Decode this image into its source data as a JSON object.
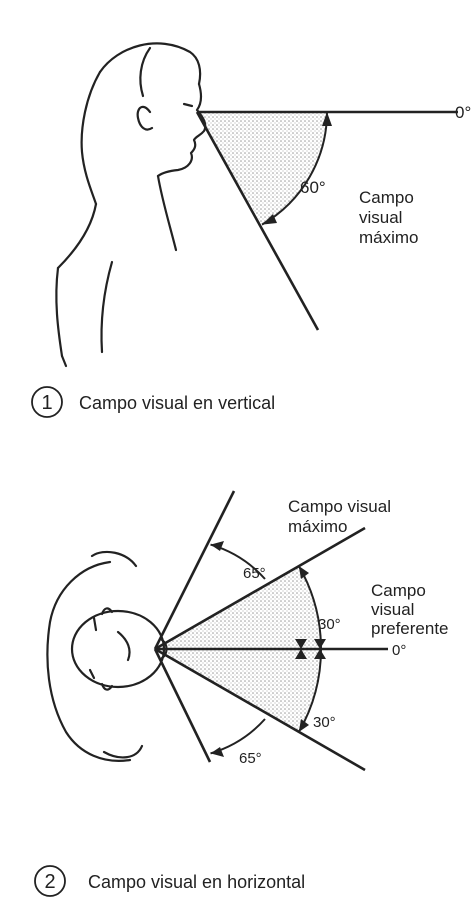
{
  "figure1": {
    "number": "1",
    "caption": "Campo visual en vertical",
    "zero_label": "0°",
    "angle_label": "60°",
    "field_label_line1": "Campo",
    "field_label_line2": "visual",
    "field_label_line3": "máximo"
  },
  "figure2": {
    "number": "2",
    "caption": "Campo visual en horizontal",
    "max_label_line1": "Campo visual",
    "max_label_line2": "máximo",
    "pref_label_line1": "Campo",
    "pref_label_line2": "visual",
    "pref_label_line3": "preferente",
    "zero_label": "0°",
    "angle_max_top": "65°",
    "angle_pref_top": "30°",
    "angle_pref_bottom": "30°",
    "angle_max_bottom": "65°"
  },
  "colors": {
    "ink": "#222222",
    "stipple": "#b9b9b9",
    "background": "#ffffff"
  }
}
